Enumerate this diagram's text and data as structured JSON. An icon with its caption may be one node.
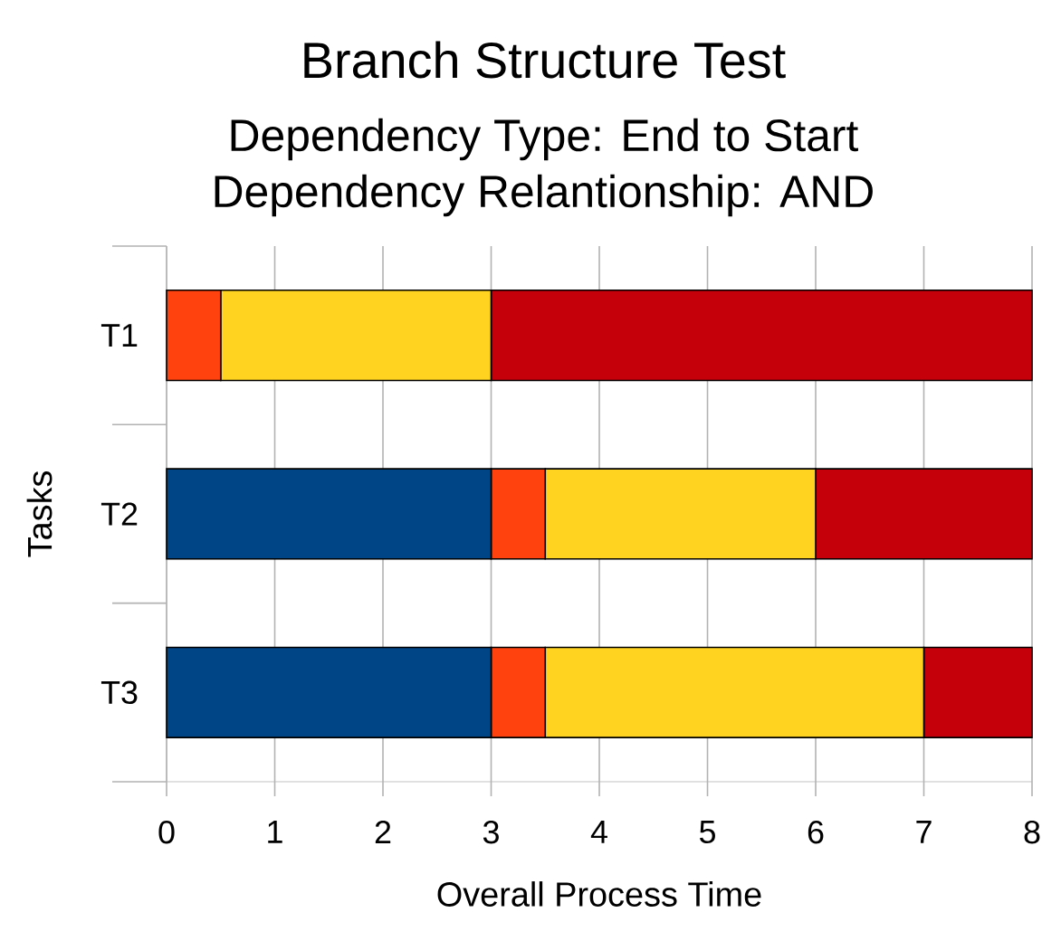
{
  "diagram": {
    "title": "Branch Structure Test",
    "labels": [
      "Dependency Type: End to Start",
      "Dependency Relantionship: AND"
    ],
    "chart_data": {
      "type": "bar",
      "orientation": "horizontal",
      "stacked": true,
      "xlabel": "Overall Process Time",
      "ylabel": "Tasks",
      "categories": [
        "T1",
        "T2",
        "T3"
      ],
      "series": [
        {
          "color": "#004586",
          "values": [
            0,
            3,
            3
          ]
        },
        {
          "color": "#ff420e",
          "values": [
            0.5,
            0.5,
            0.5
          ]
        },
        {
          "color": "#ffd320",
          "values": [
            2.5,
            2.5,
            3.5
          ]
        },
        {
          "color": "#c5000b",
          "values": [
            5,
            2,
            1
          ]
        }
      ],
      "grid": true,
      "xlim": [
        0,
        8
      ],
      "xticks": [
        0,
        1,
        2,
        3,
        4,
        5,
        6,
        7,
        8
      ]
    }
  }
}
